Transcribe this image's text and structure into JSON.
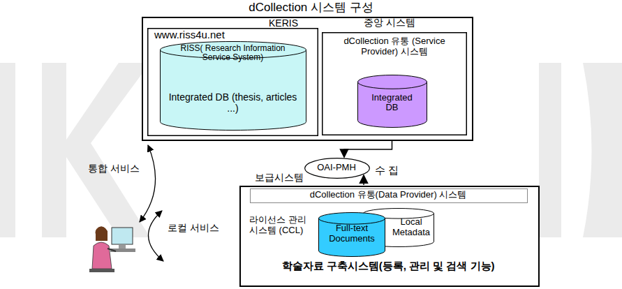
{
  "diagram": {
    "title": "dCollection 시스템 구성",
    "nodes": [
      {
        "text": [
          "KERIS"
        ]
      },
      {
        "text": [
          "www.riss4u.net"
        ],
        "in": 0
      },
      {
        "text": [
          "RISS( Research Information Service System)",
          "Integrated DB (thesis, articles ...)"
        ],
        "in": 1
      },
      {
        "text": [
          "중앙 시스템",
          "dCollection 유통 (Service Provider) 시스템"
        ],
        "in": 0
      },
      {
        "text": [
          "Integrated DB"
        ],
        "in": 3
      },
      {
        "text": [
          "OAI-PMH"
        ]
      },
      {
        "text": [
          "보급시스템",
          "라이선스 관리 시스템 (CCL)",
          "학술자료 구축시스템(등록, 관리 및 검색 기능)"
        ]
      },
      {
        "text": [
          "dCollection 유통(Data Provider) 시스템"
        ],
        "in": 6
      },
      {
        "text": [
          "Full-text Documents"
        ],
        "in": 6
      },
      {
        "text": [
          "Local Metadata"
        ],
        "in": 6
      }
    ],
    "edges": [
      {
        "from": 4,
        "to": 2,
        "arrow": "to"
      },
      {
        "from": 4,
        "to": 5,
        "arrow": "to"
      },
      {
        "from": 6,
        "to": 5,
        "arrow": "to",
        "label": "수 집"
      }
    ],
    "labels": [
      "통합 서비스",
      "로컬 서비스"
    ]
  }
}
